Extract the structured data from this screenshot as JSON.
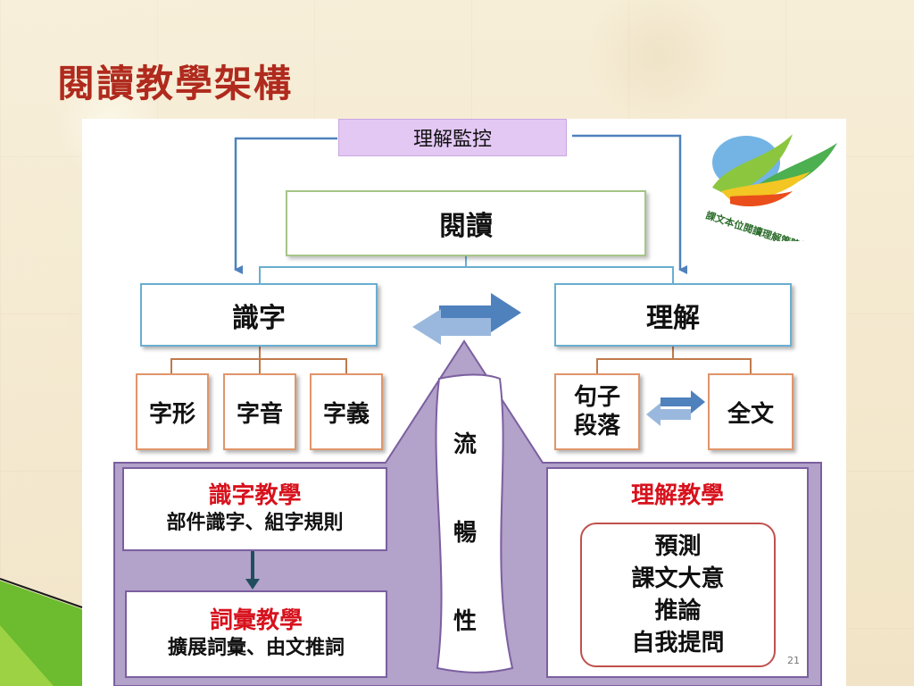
{
  "slide": {
    "title": "閱讀教學架構",
    "page_number": "21"
  },
  "diagram": {
    "monitor": "理解監控",
    "reading": "閱讀",
    "word_recognition": "識字",
    "comprehension": "理解",
    "word_children": [
      "字形",
      "字音",
      "字義"
    ],
    "sentence_paragraph": [
      "句子",
      "段落"
    ],
    "full_text": "全文",
    "fluency_chars": [
      "流",
      "暢",
      "性"
    ],
    "word_teaching": {
      "title": "識字教學",
      "desc": "部件識字、組字規則"
    },
    "vocab_teaching": {
      "title": "詞彙教學",
      "desc": "擴展詞彙、由文推詞"
    },
    "comprehension_teaching": {
      "title": "理解教學",
      "strategies": [
        "預測",
        "課文大意",
        "推論",
        "自我提問"
      ]
    }
  },
  "logo": {
    "text": "課文本位閱讀理解策略教學"
  },
  "colors": {
    "title": "#b02a1e",
    "monitor_fill": "#e3c8f4",
    "blue_border": "#6aaed0",
    "orange_border": "#e0956b",
    "green_border": "#a6c587",
    "purple_fill": "#b3a2c9",
    "red_text": "#d7121d"
  }
}
